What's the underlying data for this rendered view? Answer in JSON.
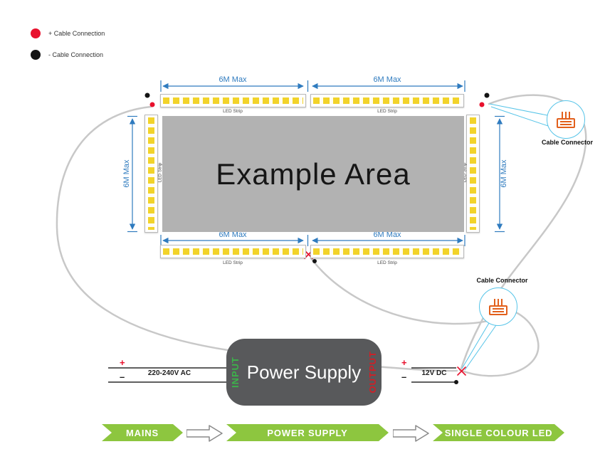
{
  "legend": {
    "positive_label": "+ Cable Connection",
    "negative_label": "- Cable Connection"
  },
  "area": {
    "label": "Example Area"
  },
  "dimensions": {
    "label": "6M Max"
  },
  "strips": {
    "label": "LED Strip"
  },
  "connector": {
    "label": "Cable Connector"
  },
  "power_supply": {
    "title": "Power Supply",
    "input": "INPUT",
    "output": "OUTPUT"
  },
  "wiring": {
    "ac_label": "220-240V AC",
    "dc_label": "12V DC",
    "plus": "+",
    "minus": "–"
  },
  "flow": {
    "steps": [
      {
        "label": "MAINS"
      },
      {
        "label": "POWER SUPPLY"
      },
      {
        "label": "SINGLE COLOUR LED"
      }
    ]
  },
  "colors": {
    "ribbon_green": "#8dc63f",
    "power_supply_gray": "#58595b",
    "positive_red": "#e8112d",
    "negative_black": "#141414",
    "dimension_blue": "#2f7bbf",
    "cable_gray": "#c8c8c8",
    "callout_cyan": "#56c4e8",
    "led_yellow": "#f2d32a",
    "input_green": "#3cb44a",
    "output_red": "#d11f26",
    "area_gray": "#b2b2b2"
  }
}
